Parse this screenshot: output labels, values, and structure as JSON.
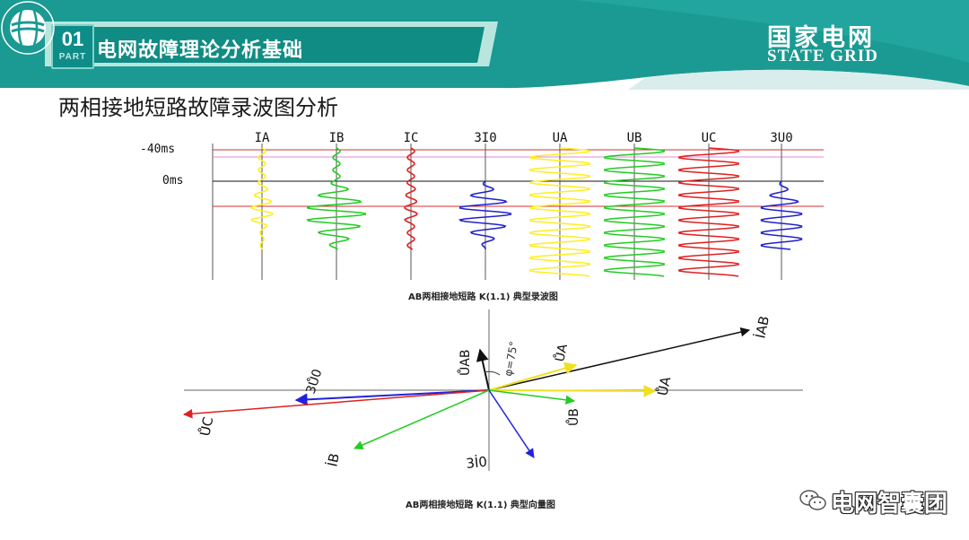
{
  "header": {
    "badge_number": "01",
    "badge_part": "PART",
    "section_title": "电网故障理论分析基础",
    "brand_cn": "国家电网",
    "brand_en": "STATE GRID"
  },
  "slide_title": "两相接地短路故障录波图分析",
  "waveform": {
    "time_marks": [
      "-40ms",
      "0ms"
    ],
    "channels": [
      "IA",
      "IB",
      "IC",
      "3I0",
      "UA",
      "UB",
      "UC",
      "3U0"
    ],
    "caption": "AB两相接地短路 K(1.1) 典型录波图",
    "colors": {
      "A": "#ffee22",
      "B": "#22cc22",
      "C": "#e02020",
      "zero": "#2222cc"
    }
  },
  "phasor": {
    "labels": {
      "iab": "İAB",
      "ua_small": "ŮA",
      "ua_large": "ŮA",
      "uab": "ŮAB",
      "angle": "φ=75°",
      "u0": "3Ů0",
      "uc": "ŮC",
      "ub": "ŮB",
      "ib": "İB",
      "i0": "3İ0"
    },
    "caption": "AB两相接地短路 K(1.1) 典型向量图"
  },
  "watermark": {
    "text": "电网智囊团"
  }
}
